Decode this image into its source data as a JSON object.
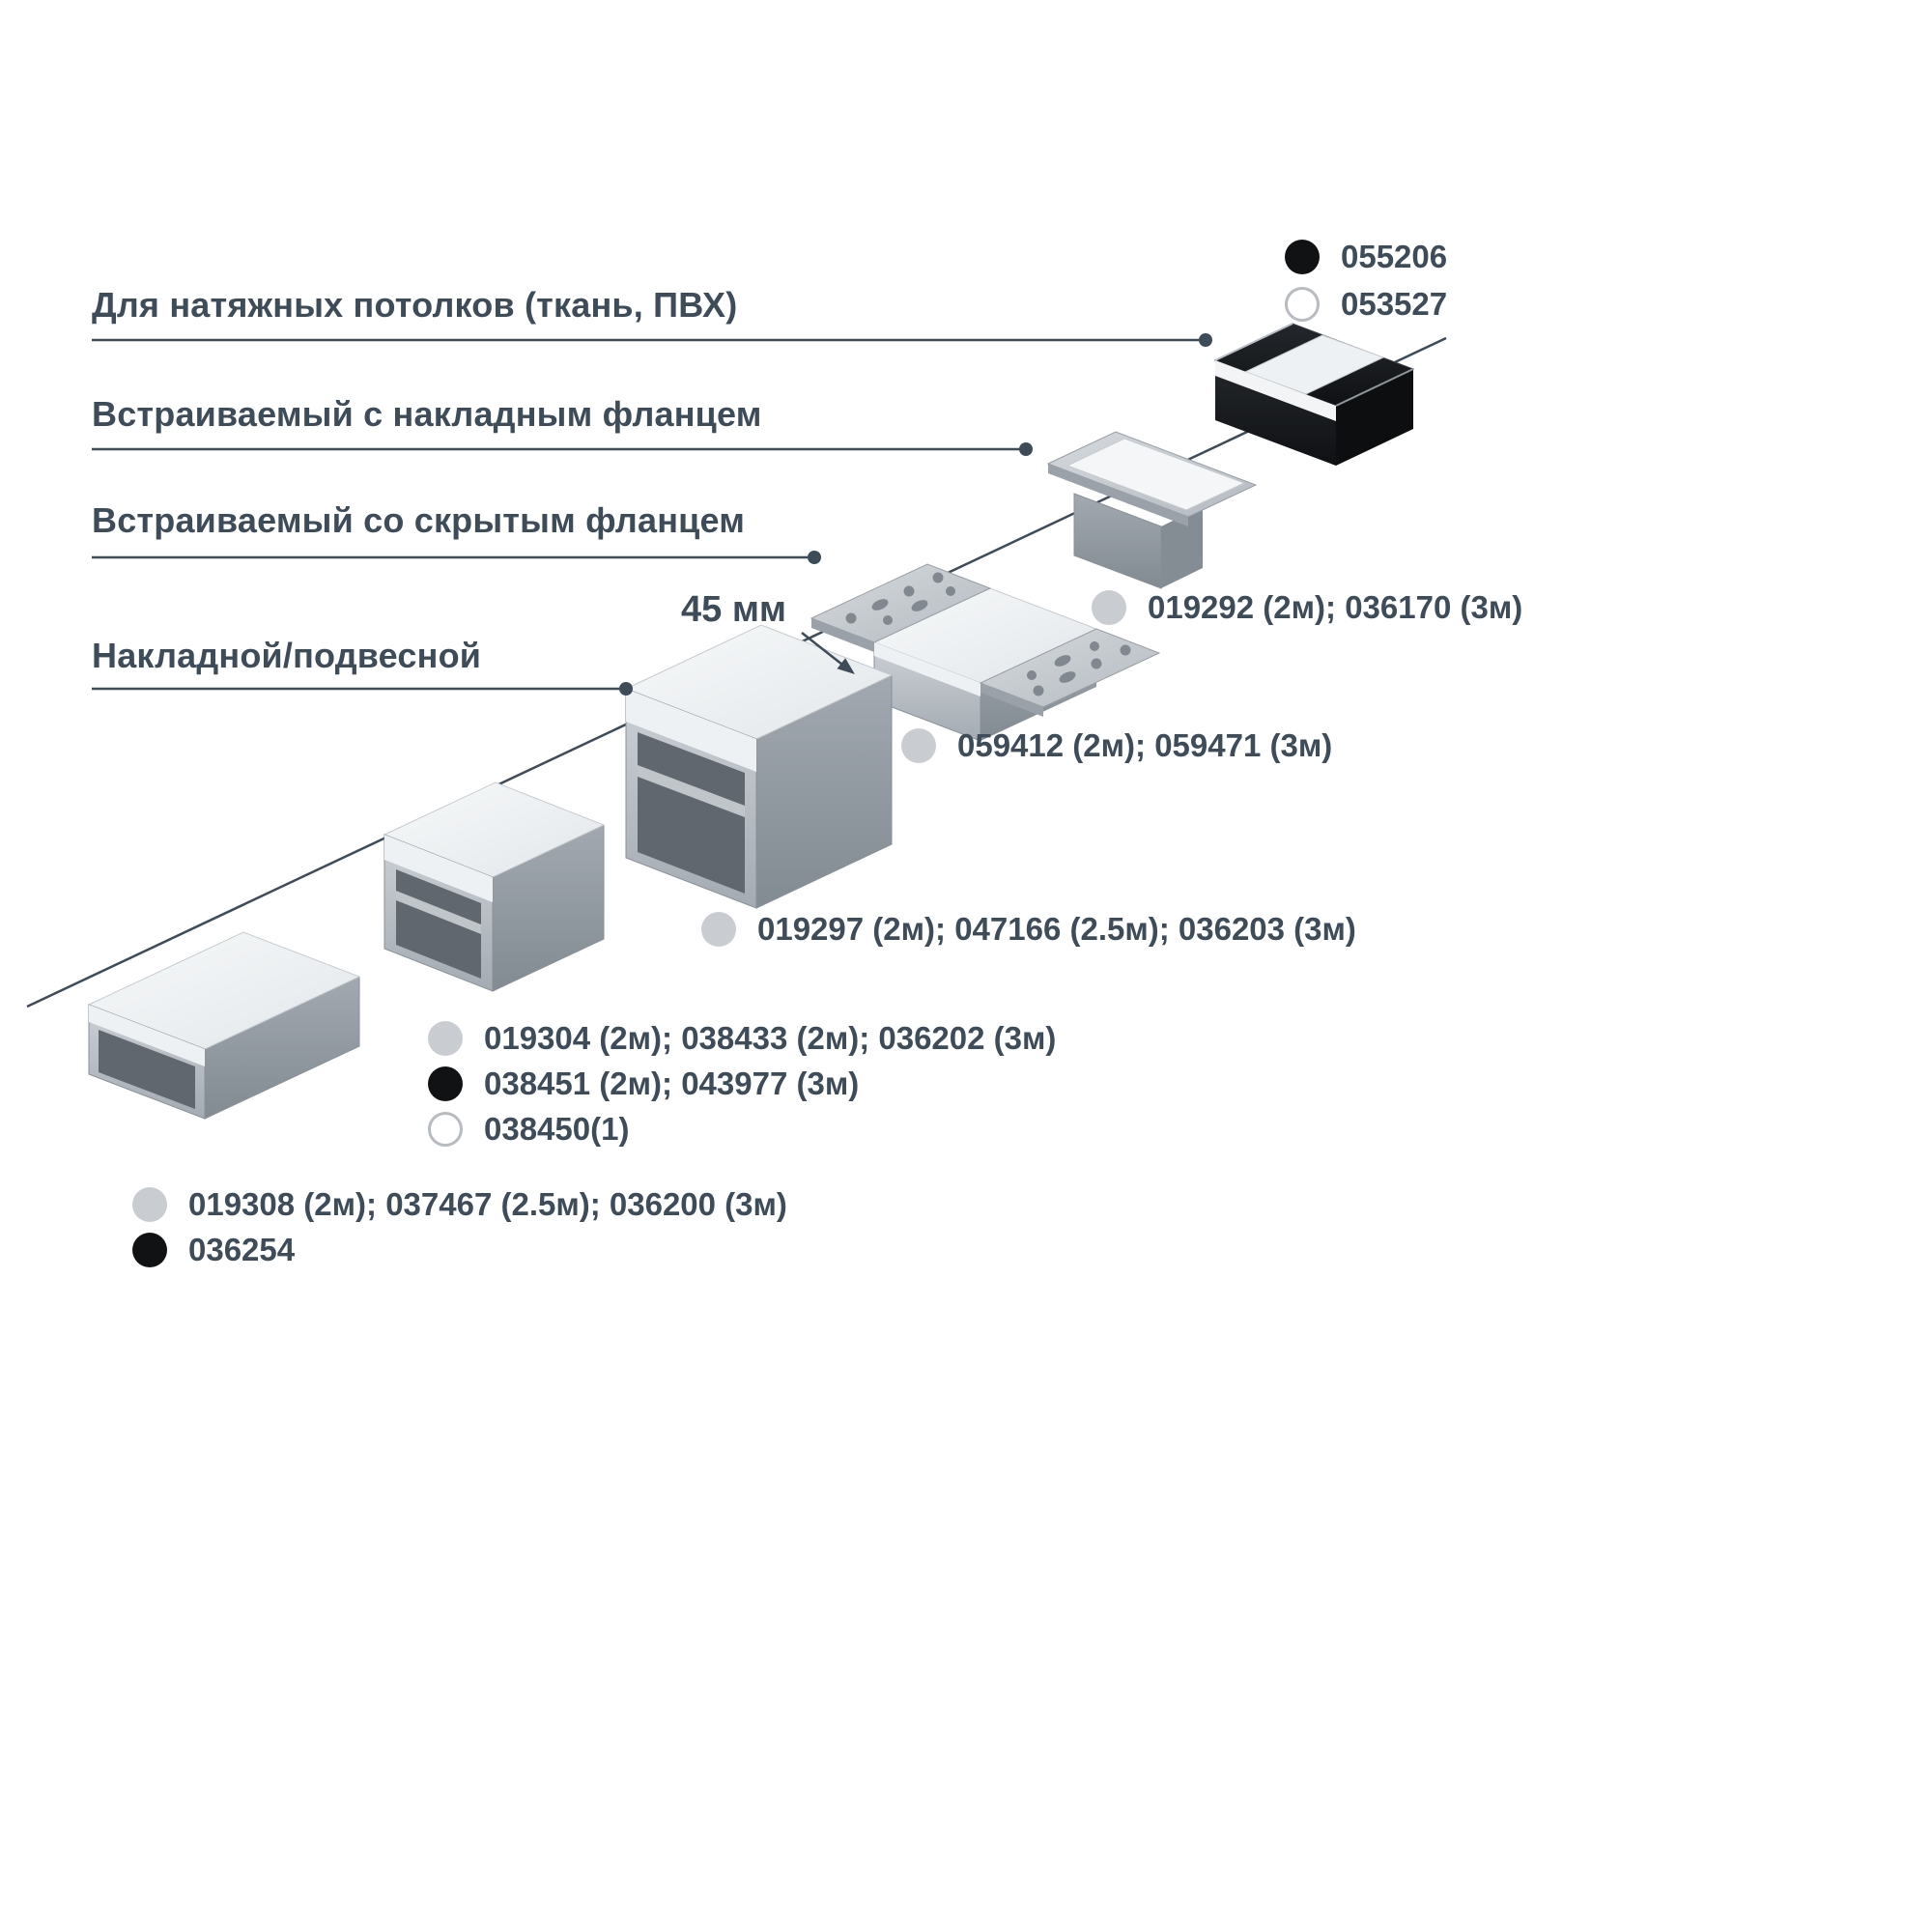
{
  "colors": {
    "text": "#3e4c59",
    "line": "#3e4c59",
    "dot-gray": "#c9cdd1",
    "dot-black": "#101214",
    "dot-white-border": "#b7bcc1"
  },
  "dimension": {
    "label": "45 мм"
  },
  "categories": [
    {
      "label": "Для натяжных потолков (ткань, ПВХ)"
    },
    {
      "label": "Встраиваемый с накладным фланцем"
    },
    {
      "label": "Встраиваемый со скрытым фланцем"
    },
    {
      "label": "Накладной/подвесной"
    }
  ],
  "code_groups": [
    {
      "name": "stretch-ceiling-codes",
      "items": [
        {
          "dot": "black",
          "text": "055206"
        },
        {
          "dot": "white",
          "text": "053527"
        }
      ]
    },
    {
      "name": "recessed-surface-flange-codes",
      "items": [
        {
          "dot": "gray",
          "text": "019292 (2м); 036170 (3м)"
        }
      ]
    },
    {
      "name": "recessed-hidden-flange-codes",
      "items": [
        {
          "dot": "gray",
          "text": "059412 (2м); 059471 (3м)"
        }
      ]
    },
    {
      "name": "large-surface-profile-codes",
      "items": [
        {
          "dot": "gray",
          "text": "019297 (2м); 047166 (2.5м); 036203 (3м)"
        }
      ]
    },
    {
      "name": "medium-surface-profile-codes",
      "items": [
        {
          "dot": "gray",
          "text": "019304 (2м); 038433 (2м); 036202 (3м)"
        },
        {
          "dot": "black",
          "text": "038451 (2м); 043977 (3м)"
        },
        {
          "dot": "white",
          "text": "038450(1)"
        }
      ]
    },
    {
      "name": "low-surface-profile-codes",
      "items": [
        {
          "dot": "gray",
          "text": "019308 (2м); 037467 (2.5м); 036200 (3м)"
        },
        {
          "dot": "black",
          "text": "036254"
        }
      ]
    }
  ]
}
